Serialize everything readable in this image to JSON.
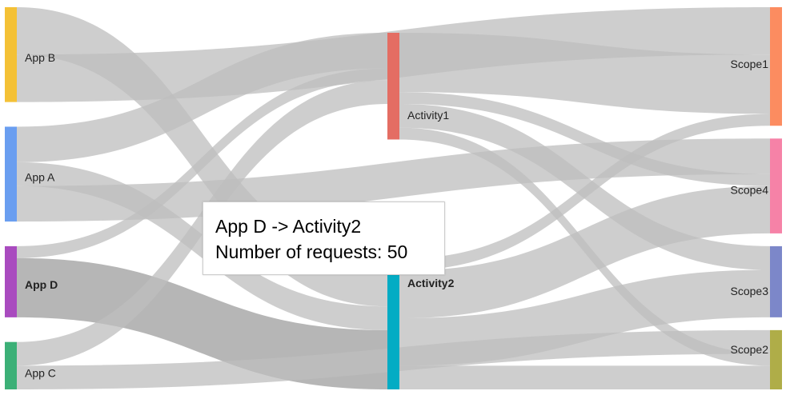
{
  "chart_data": {
    "type": "sankey",
    "title": "",
    "nodes": [
      {
        "name": "App B",
        "color": "#f4c136"
      },
      {
        "name": "App A",
        "color": "#6a9ef0"
      },
      {
        "name": "App D",
        "color": "#a94bbf"
      },
      {
        "name": "App C",
        "color": "#3cb077"
      },
      {
        "name": "Activity1",
        "color": "#e46d63"
      },
      {
        "name": "Activity2",
        "color": "#03acc4"
      },
      {
        "name": "Scope1",
        "color": "#fc8c60"
      },
      {
        "name": "Scope4",
        "color": "#f682a7"
      },
      {
        "name": "Scope3",
        "color": "#7c87c9"
      },
      {
        "name": "Scope2",
        "color": "#afad48"
      }
    ],
    "links": [
      {
        "source": "App B",
        "target": "Scope1",
        "value": 20
      },
      {
        "source": "App B",
        "target": "Activity2",
        "value": 20
      },
      {
        "source": "App A",
        "target": "Activity1",
        "value": 15
      },
      {
        "source": "App A",
        "target": "Activity2",
        "value": 10
      },
      {
        "source": "App A",
        "target": "Scope4",
        "value": 15
      },
      {
        "source": "App D",
        "target": "Activity1",
        "value": 5
      },
      {
        "source": "App D",
        "target": "Activity2",
        "value": 25
      },
      {
        "source": "App C",
        "target": "Activity1",
        "value": 10
      },
      {
        "source": "App C",
        "target": "Scope2",
        "value": 10
      },
      {
        "source": "Activity1",
        "target": "Scope1",
        "value": 25
      },
      {
        "source": "Activity1",
        "target": "Scope4",
        "value": 5
      },
      {
        "source": "Activity1",
        "target": "Scope3",
        "value": 10
      },
      {
        "source": "Activity1",
        "target": "Scope2",
        "value": 5
      },
      {
        "source": "Activity2",
        "target": "Scope1",
        "value": 5
      },
      {
        "source": "Activity2",
        "target": "Scope4",
        "value": 20
      },
      {
        "source": "Activity2",
        "target": "Scope3",
        "value": 20
      },
      {
        "source": "Activity2",
        "target": "Scope2",
        "value": 10
      }
    ],
    "bold_nodes": [
      "App D",
      "Activity2"
    ],
    "highlighted_link": {
      "source": "App D",
      "target": "Activity2"
    }
  },
  "tooltip": {
    "line1": "App D -> Activity2",
    "line2": "Number of requests: 50"
  }
}
